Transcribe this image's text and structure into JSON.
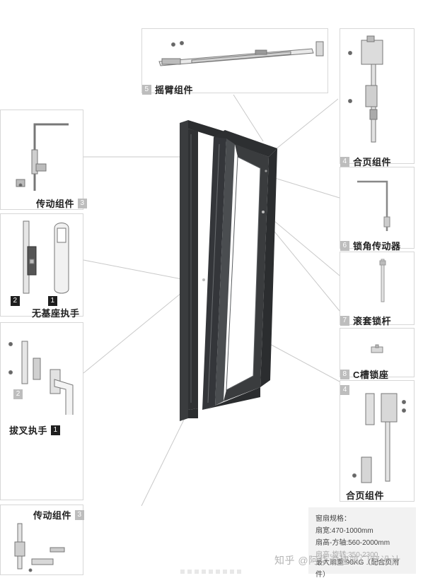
{
  "labels": {
    "swing_arm": "摇臂组件",
    "transmission_top": "传动组件",
    "hinge_top": "合页组件",
    "no_base_handle": "无基座执手",
    "corner_drive": "锁角传动器",
    "roller_rod": "滚套锁杆",
    "fork_handle": "拔叉执手",
    "c_slot": "C槽锁座",
    "hinge_bottom": "合页组件",
    "transmission_bottom": "传动组件"
  },
  "numbers": {
    "swing_arm": "5",
    "transmission_top": "3",
    "hinge_top": "4",
    "no_base_handle_a": "2",
    "no_base_handle_b": "1",
    "corner_drive": "6",
    "roller_rod": "7",
    "fork_handle_a": "2",
    "fork_handle_b": "1",
    "c_slot": "8",
    "hinge_bottom": "4",
    "transmission_bottom": "3"
  },
  "spec": {
    "title": "窗扇规格：",
    "width": "扇宽:470-1000mm",
    "height": "扇高-方轴:560-2000mm",
    "partial": "扇高-旋转:350-2300",
    "max_weight": "最大扇重:90KG（配合页附件）"
  },
  "watermark": "知乎 @阿华说建筑门窗设计",
  "colors": {
    "frame": "#2b2d2f",
    "frame_highlight": "#5a5d60",
    "panel_border": "#d7d7d7",
    "number_badge": "#bdbdbd",
    "number_badge_dark": "#1e1e1e"
  }
}
